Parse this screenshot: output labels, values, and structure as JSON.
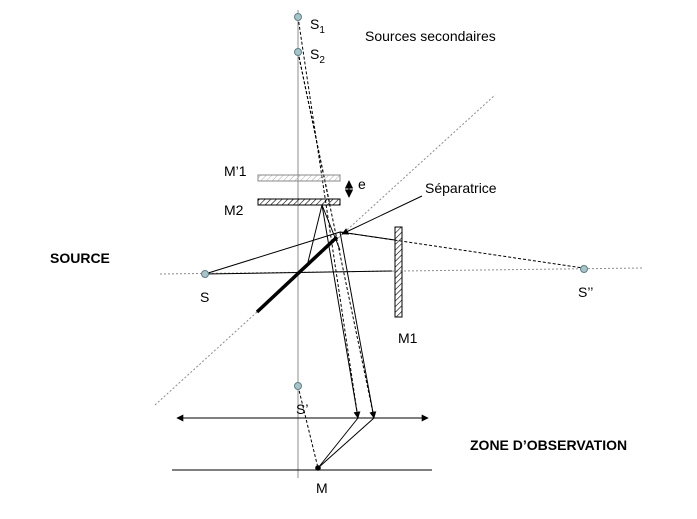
{
  "labels": {
    "s1": "S",
    "s1_sub": "1",
    "s2": "S",
    "s2_sub": "2",
    "secondary_sources": "Sources secondaires",
    "m_prime_1": "M’1",
    "m2": "M2",
    "e": "e",
    "separator": "Séparatrice",
    "source": "SOURCE",
    "s": "S",
    "s_double_prime": "S’’",
    "m1": "M1",
    "s_prime": "S’",
    "observation_zone": "ZONE D’OBSERVATION",
    "m": "M"
  },
  "colors": {
    "line": "#000000",
    "guide": "#8c8c8c",
    "point_fill": "#a9c4c9",
    "point_stroke": "#5f7f86"
  }
}
